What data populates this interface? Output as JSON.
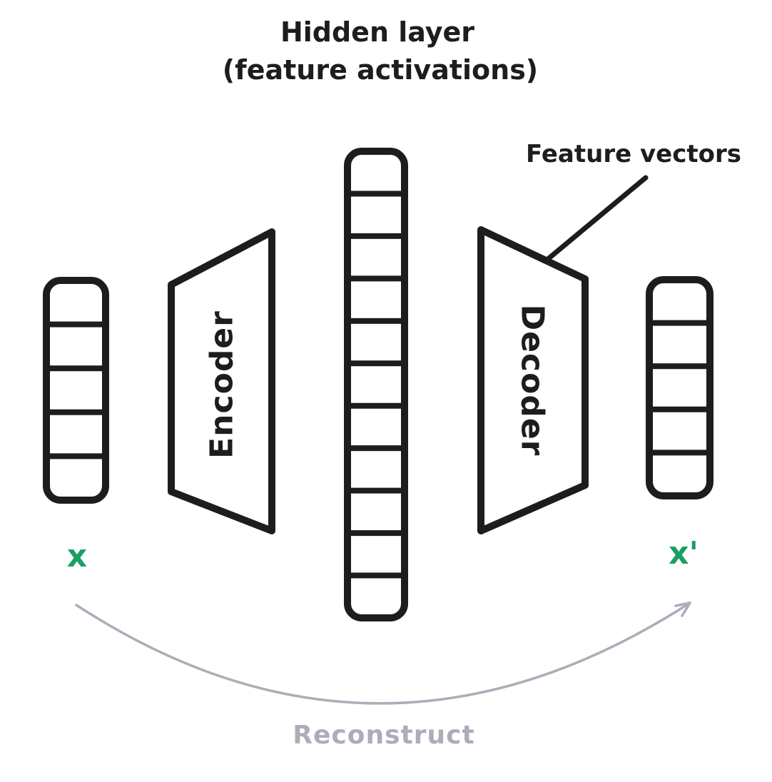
{
  "title": {
    "line1": "Hidden layer",
    "line2": "(feature activations)"
  },
  "labels": {
    "feature_vectors": "Feature vectors",
    "encoder": "Encoder",
    "decoder": "Decoder",
    "input_var": "x",
    "output_var": "x'",
    "reconstruct": "Reconstruct"
  },
  "vectors": {
    "input": {
      "cells": 5
    },
    "hidden": {
      "cells": 11
    },
    "output": {
      "cells": 5
    }
  },
  "colors": {
    "ink": "#1d1d1d",
    "accent_green": "#1b9e63",
    "muted_gray": "#a9aeb8",
    "background": "#ffffff"
  }
}
